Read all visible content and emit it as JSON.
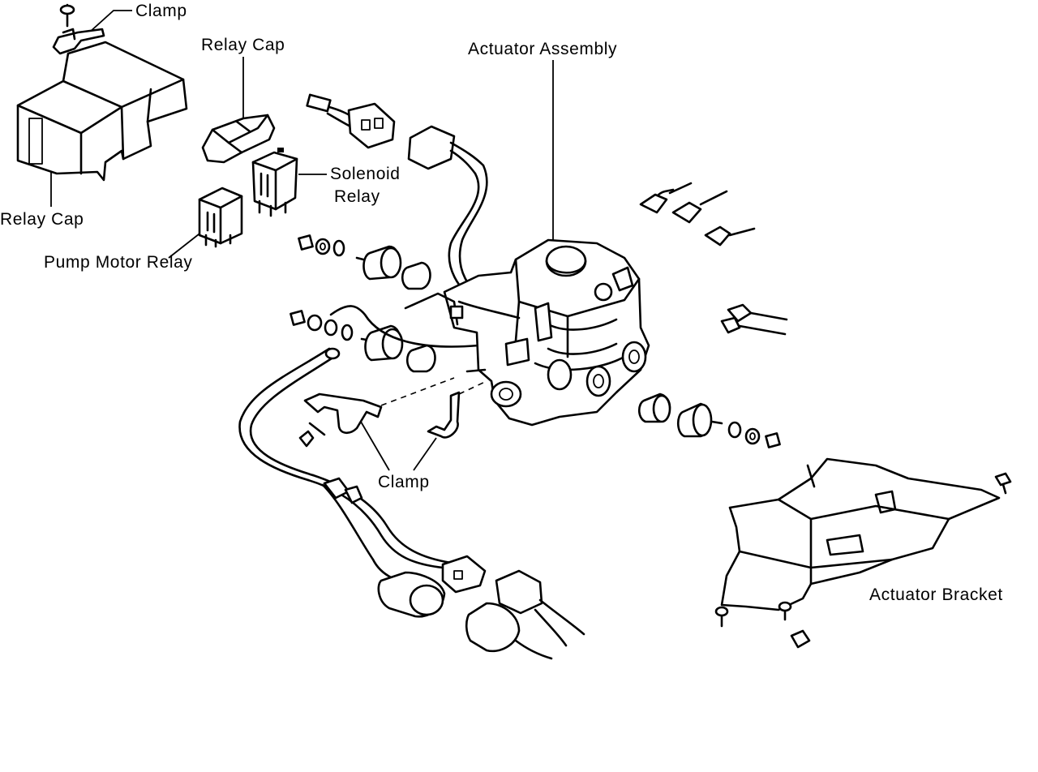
{
  "labels": {
    "clamp_top": "Clamp",
    "relay_cap_center": "Relay Cap",
    "actuator_assembly": "Actuator Assembly",
    "solenoid_relay_line1": "Solenoid",
    "solenoid_relay_line2": "Relay",
    "relay_cap_left": "Relay Cap",
    "pump_motor_relay": "Pump Motor Relay",
    "clamp_bottom": "Clamp",
    "actuator_bracket": "Actuator Bracket"
  }
}
